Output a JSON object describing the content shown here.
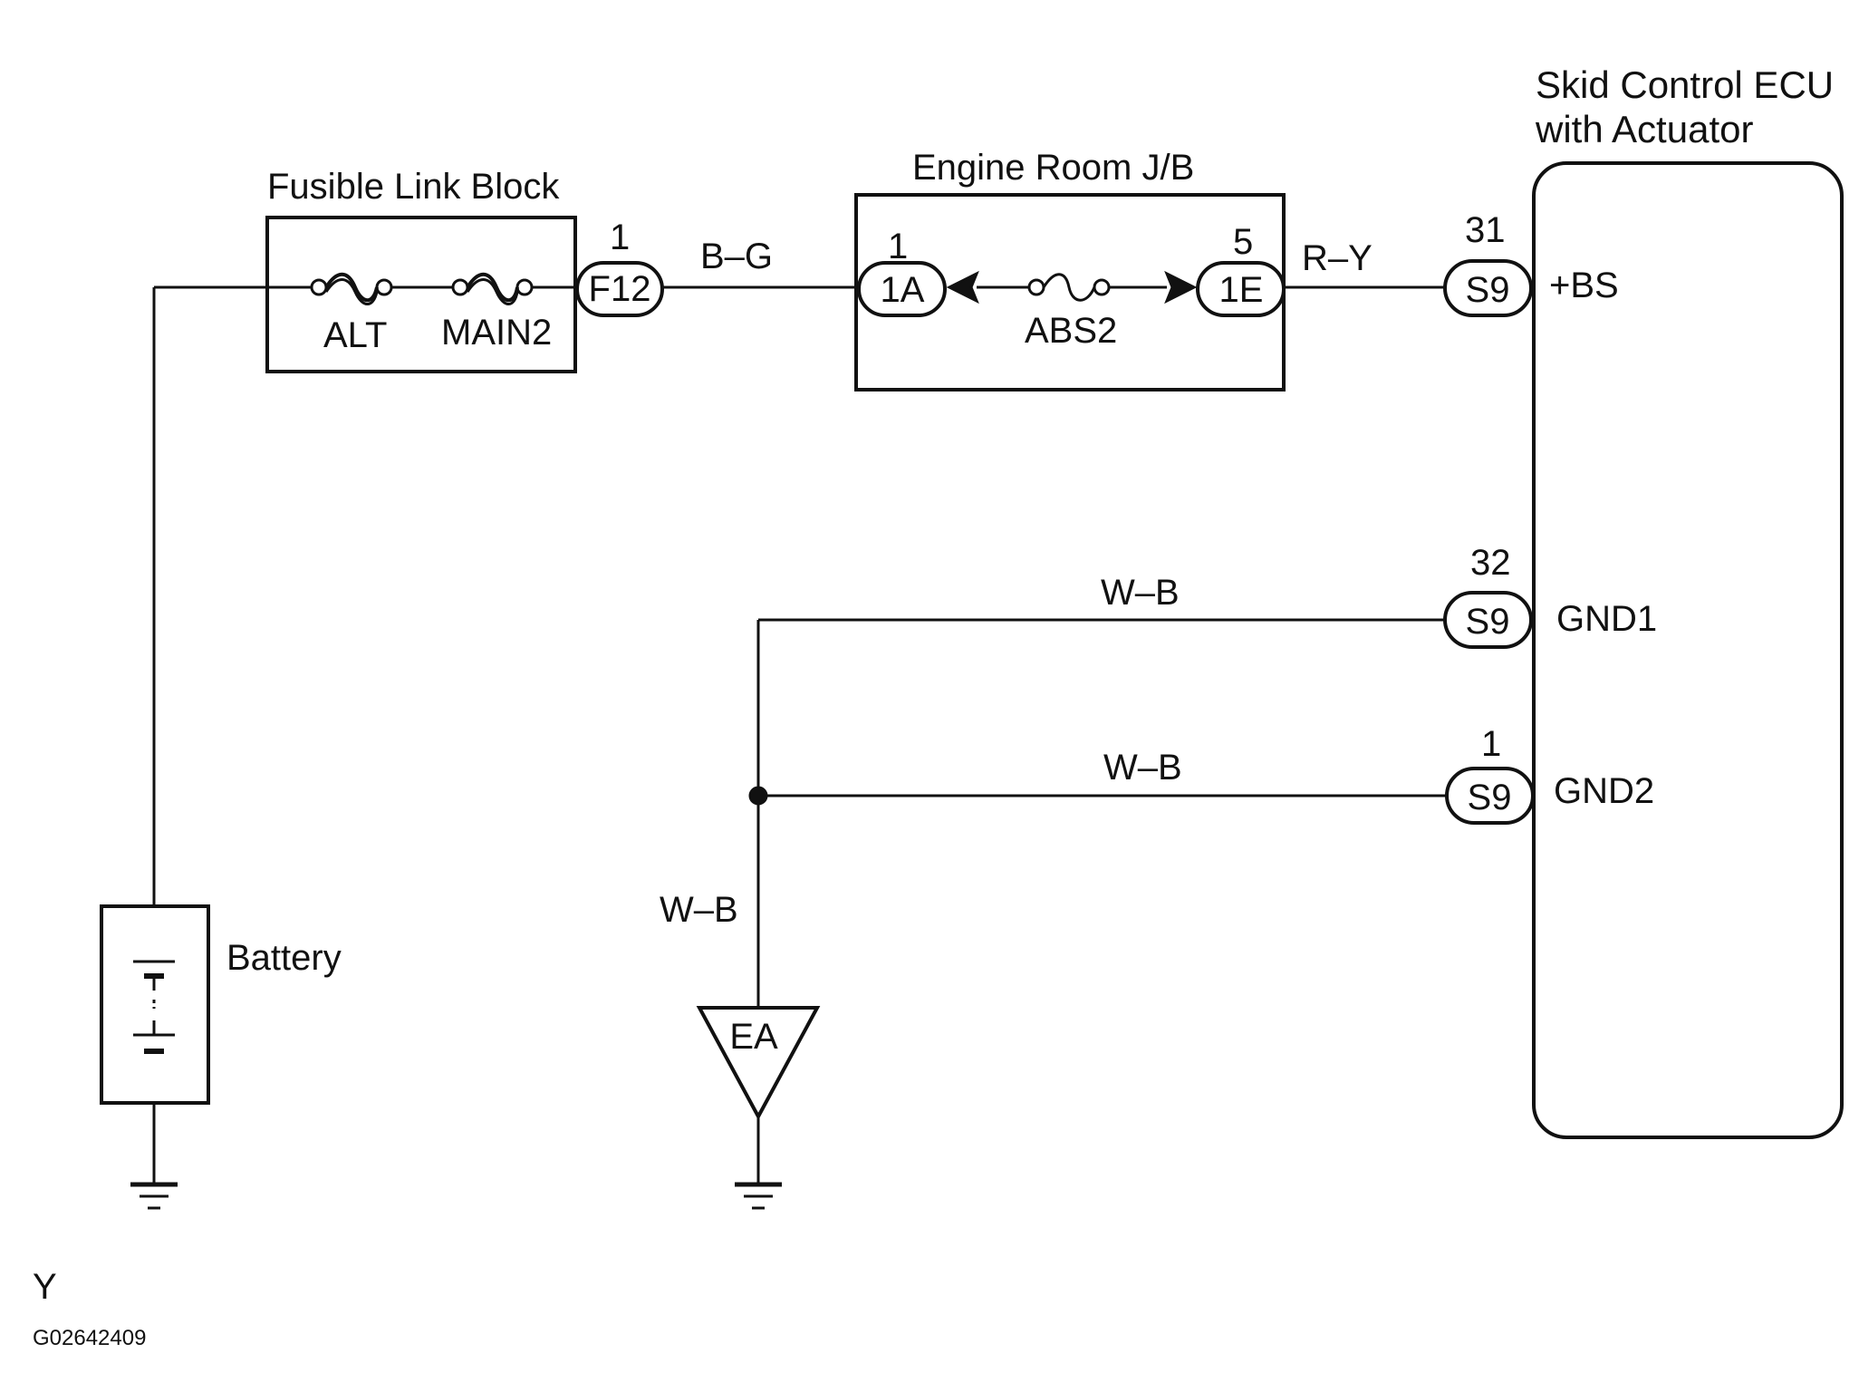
{
  "fusible_link_block": {
    "title": "Fusible Link Block",
    "fuse1_label": "ALT",
    "fuse2_label": "MAIN2",
    "connector": "F12",
    "pin": "1"
  },
  "wire_bg": "B–G",
  "engine_room_jb": {
    "title": "Engine Room J/B",
    "left_connector": "1A",
    "left_pin": "1",
    "fuse_label": "ABS2",
    "right_connector": "1E",
    "right_pin": "5"
  },
  "wire_ry": "R–Y",
  "ecu": {
    "title_line1": "Skid Control ECU",
    "title_line2": "with Actuator",
    "connectors": [
      {
        "pin": "31",
        "connector": "S9",
        "signal": "+BS"
      },
      {
        "pin": "32",
        "connector": "S9",
        "signal": "GND1"
      },
      {
        "pin": "1",
        "connector": "S9",
        "signal": "GND2"
      }
    ]
  },
  "ground_wires": {
    "gnd1_wire": "W–B",
    "gnd2_wire": "W–B",
    "vertical_wire": "W–B"
  },
  "ground_point": "EA",
  "battery_label": "Battery",
  "footer": {
    "letter": "Y",
    "figure_id": "G02642409"
  }
}
